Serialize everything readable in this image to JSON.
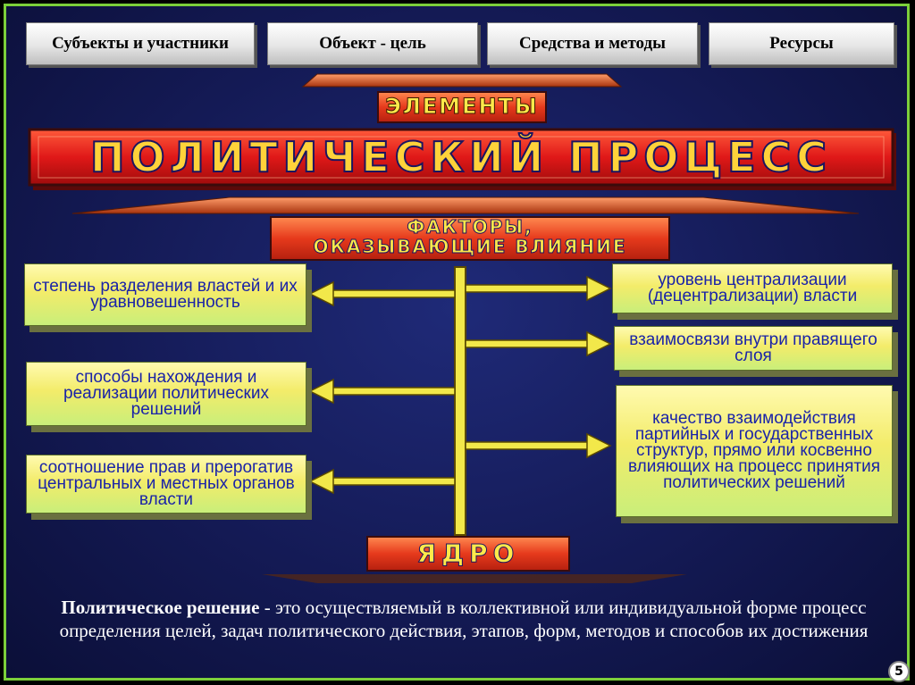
{
  "tabs": [
    {
      "label": "Субъекты и участники"
    },
    {
      "label": "Объект - цель"
    },
    {
      "label": "Средства и методы"
    },
    {
      "label": "Ресурсы"
    }
  ],
  "banners": {
    "elements": "ЭЛЕМЕНТЫ",
    "title": "ПОЛИТИЧЕСКИЙ ПРОЦЕСС",
    "factors_line1": "ФАКТОРЫ,",
    "factors_line2": "ОКАЗЫВАЮЩИЕ ВЛИЯНИЕ",
    "core": "ЯДРО"
  },
  "left_factors": [
    {
      "text": "степень разделения властей и их уравновешенность"
    },
    {
      "text": "способы нахождения и реализации политических решений"
    },
    {
      "text": "соотношение прав и прерогатив центральных и местных органов власти"
    }
  ],
  "right_factors": [
    {
      "text": "уровень централизации (децентрализации) власти"
    },
    {
      "text": "взаимосвязи внутри правящего слоя"
    },
    {
      "text": "качество взаимодействия партийных и государственных структур, прямо или косвенно влияющих на процесс принятия политических решений"
    }
  ],
  "definition": {
    "term": "Политическое решение",
    "body": " - это осуществляемый в коллективной или индивидуальной форме процесс определения целей, задач политического действия, этапов, форм, методов и способов их достижения"
  },
  "page_number": "5",
  "colors": {
    "background": "#141a55",
    "border": "#7ccf3a",
    "banner_red": "#e02020",
    "box_yellow": "#f3ec6a",
    "box_text": "#1a23a8",
    "connector": "#f2e84a"
  }
}
